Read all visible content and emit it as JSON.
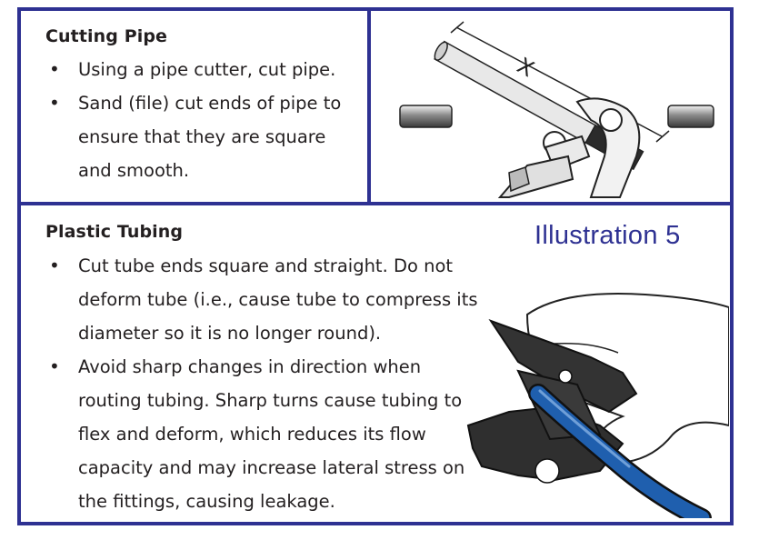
{
  "cutting_pipe": {
    "title": "Cutting Pipe",
    "items": [
      "Using a pipe cutter, cut pipe.",
      "Sand (file) cut ends of pipe to ensure that they are square and smooth."
    ]
  },
  "plastic_tubing": {
    "title": "Plastic Tubing",
    "items": [
      "Cut tube ends square and straight. Do not deform tube (i.e., cause tube to compress its diameter so it is no longer round).",
      "Avoid sharp changes in direction when routing tubing. Sharp turns cause tubing to flex and deform, which reduces its flow capacity and may increase lateral stress on the fittings, causing leakage."
    ]
  },
  "illustration_label": "Illustration 5",
  "dimension_label": "X",
  "colors": {
    "border": "#2e3192",
    "tube": "#1f5fae",
    "text": "#231f20"
  }
}
